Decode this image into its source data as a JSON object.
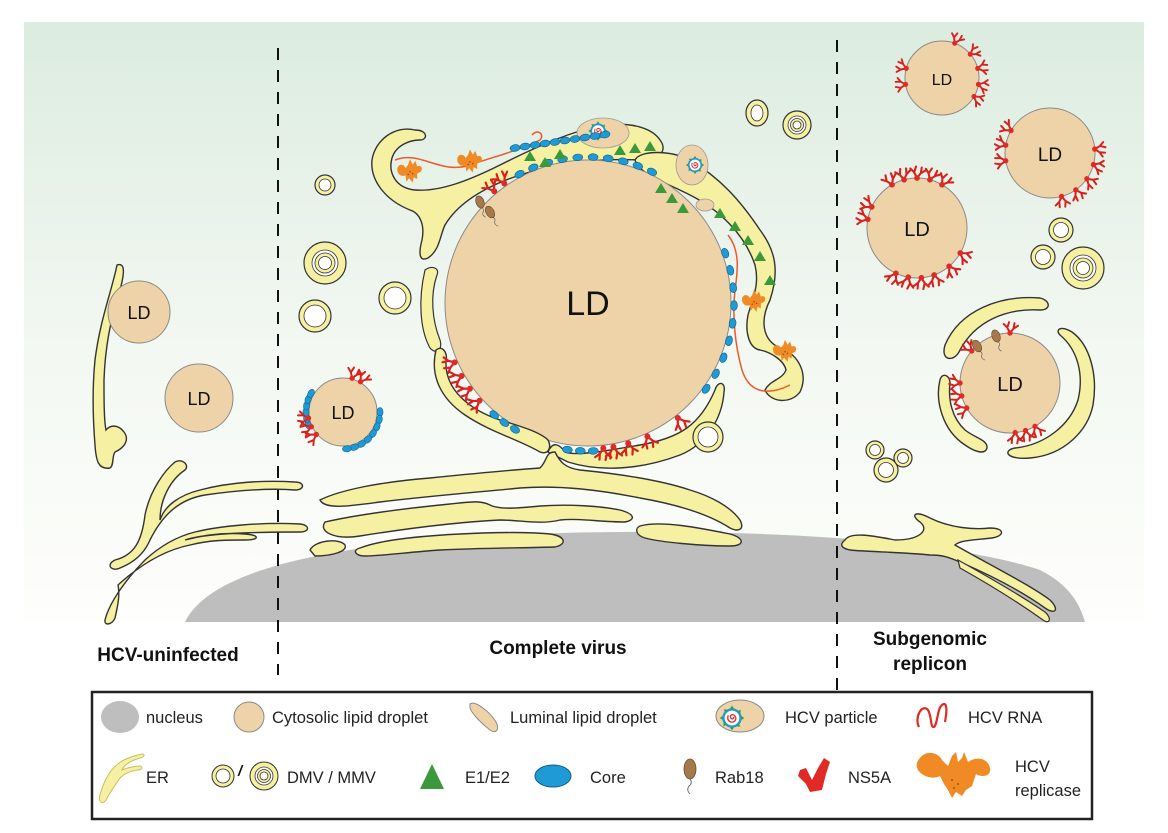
{
  "figure": {
    "regions": [
      {
        "id": "uninfected",
        "label": "HCV-uninfected"
      },
      {
        "id": "complete",
        "label": "Complete virus"
      },
      {
        "id": "replicon",
        "label_line1": "Subgenomic",
        "label_line2": "replicon"
      }
    ],
    "ld_label": "LD",
    "colors": {
      "background_top": "#dcece0",
      "background_bottom": "#fefefc",
      "er_fill": "#f6f0a2",
      "ld_fill": "#efd3a8",
      "nucleus": "#bebebe",
      "core": "#1e9bd7",
      "e1e2": "#3a9a3a",
      "ns5a": "#e02a26",
      "rna": "#ee5a2a",
      "replicase": "#f08a24",
      "rab18": "#a47a4c"
    }
  },
  "legend": {
    "row1": [
      {
        "icon": "nucleus-icon",
        "label": "nucleus"
      },
      {
        "icon": "cytosolic-lipid-droplet-icon",
        "label": "Cytosolic lipid droplet"
      },
      {
        "icon": "luminal-lipid-droplet-icon",
        "label": "Luminal lipid droplet"
      },
      {
        "icon": "hcv-particle-icon",
        "label": "HCV particle"
      },
      {
        "icon": "hcv-rna-icon",
        "label": "HCV RNA"
      }
    ],
    "row2": [
      {
        "icon": "er-icon",
        "label": "ER"
      },
      {
        "icon": "dmv-mmv-icon",
        "label": "DMV / MMV",
        "separator": "/"
      },
      {
        "icon": "e1-e2-icon",
        "label": "E1/E2"
      },
      {
        "icon": "core-icon",
        "label": "Core"
      },
      {
        "icon": "rab18-icon",
        "label": "Rab18"
      },
      {
        "icon": "ns5a-icon",
        "label": "NS5A"
      },
      {
        "icon": "hcv-replicase-icon",
        "label_line1": "HCV",
        "label_line2": "replicase"
      }
    ]
  }
}
